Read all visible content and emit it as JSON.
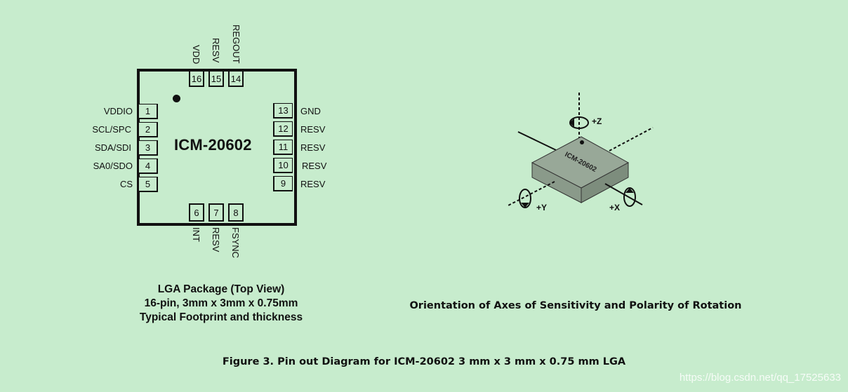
{
  "pinout": {
    "chip_name": "ICM-20602",
    "top_pins": [
      {
        "num": "16",
        "label": "VDD"
      },
      {
        "num": "15",
        "label": "RESV"
      },
      {
        "num": "14",
        "label": "REGOUT"
      }
    ],
    "left_pins": [
      {
        "num": "1",
        "label": "VDDIO"
      },
      {
        "num": "2",
        "label": "SCL/SPC"
      },
      {
        "num": "3",
        "label": "SDA/SDI"
      },
      {
        "num": "4",
        "label": "SA0/SDO"
      },
      {
        "num": "5",
        "label": "CS"
      }
    ],
    "right_pins": [
      {
        "num": "13",
        "label": "GND"
      },
      {
        "num": "12",
        "label": "RESV"
      },
      {
        "num": "11",
        "label": "RESV"
      },
      {
        "num": "10",
        "label": "RESV"
      },
      {
        "num": "9",
        "label": "RESV"
      }
    ],
    "bottom_pins": [
      {
        "num": "6",
        "label": "INT"
      },
      {
        "num": "7",
        "label": "RESV"
      },
      {
        "num": "8",
        "label": "FSYNC"
      }
    ],
    "caption_lines": [
      "LGA Package (Top View)",
      "16-pin, 3mm x 3mm x 0.75mm",
      "Typical Footprint and thickness"
    ]
  },
  "axes": {
    "chip_label": "ICM-20602",
    "z_label": "+Z",
    "y_label": "+Y",
    "x_label": "+X",
    "caption": "Orientation of Axes of Sensitivity and Polarity of Rotation",
    "top_color": "#98a898",
    "front_color": "#8a9a8a",
    "side_color": "#7d8d7d"
  },
  "figure_caption": "Figure 3. Pin out Diagram for ICM-20602 3 mm x 3 mm x 0.75 mm LGA",
  "watermark": "https://blog.csdn.net/qq_17525633"
}
